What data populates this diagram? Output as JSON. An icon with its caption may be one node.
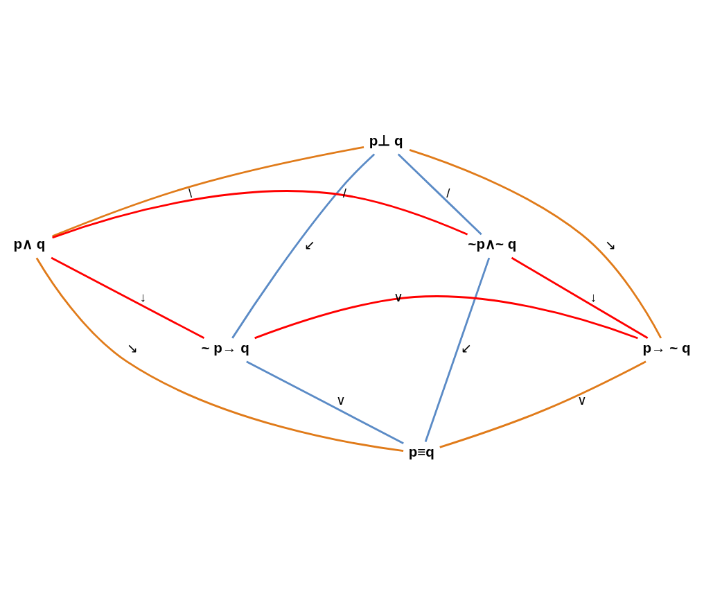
{
  "diagram": {
    "nodes": [
      {
        "text": [
          "p⊥ q"
        ]
      },
      {
        "text": [
          "p∧ q"
        ]
      },
      {
        "text": [
          "~p∧~ q"
        ]
      },
      {
        "text": [
          "~ p→ q"
        ]
      },
      {
        "text": [
          "p→ ~ q"
        ]
      },
      {
        "text": [
          "p≡q"
        ]
      }
    ],
    "edges": [
      {
        "from": 0,
        "to": 1,
        "arrow": "none",
        "label": "\\",
        "color": "#e07b1a"
      },
      {
        "from": 0,
        "to": 2,
        "arrow": "none",
        "label": "/",
        "color": "#5b8bc6"
      },
      {
        "from": 1,
        "to": 2,
        "arrow": "none",
        "label": "/",
        "color": "#ff0000"
      },
      {
        "from": 0,
        "to": 3,
        "arrow": "none",
        "label": "↙",
        "color": "#5b8bc6"
      },
      {
        "from": 0,
        "to": 4,
        "arrow": "none",
        "label": "↘",
        "color": "#e07b1a"
      },
      {
        "from": 1,
        "to": 3,
        "arrow": "none",
        "label": "↓",
        "color": "#ff0000"
      },
      {
        "from": 2,
        "to": 4,
        "arrow": "none",
        "label": "↓",
        "color": "#ff0000"
      },
      {
        "from": 1,
        "to": 5,
        "arrow": "none",
        "label": "↘",
        "color": "#e07b1a"
      },
      {
        "from": 2,
        "to": 5,
        "arrow": "none",
        "label": "↙",
        "color": "#5b8bc6"
      },
      {
        "from": 3,
        "to": 4,
        "arrow": "none",
        "label": "∨",
        "color": "#ff0000"
      },
      {
        "from": 3,
        "to": 5,
        "arrow": "none",
        "label": "∨",
        "color": "#5b8bc6"
      },
      {
        "from": 4,
        "to": 5,
        "arrow": "none",
        "label": "∨",
        "color": "#e07b1a"
      }
    ]
  }
}
